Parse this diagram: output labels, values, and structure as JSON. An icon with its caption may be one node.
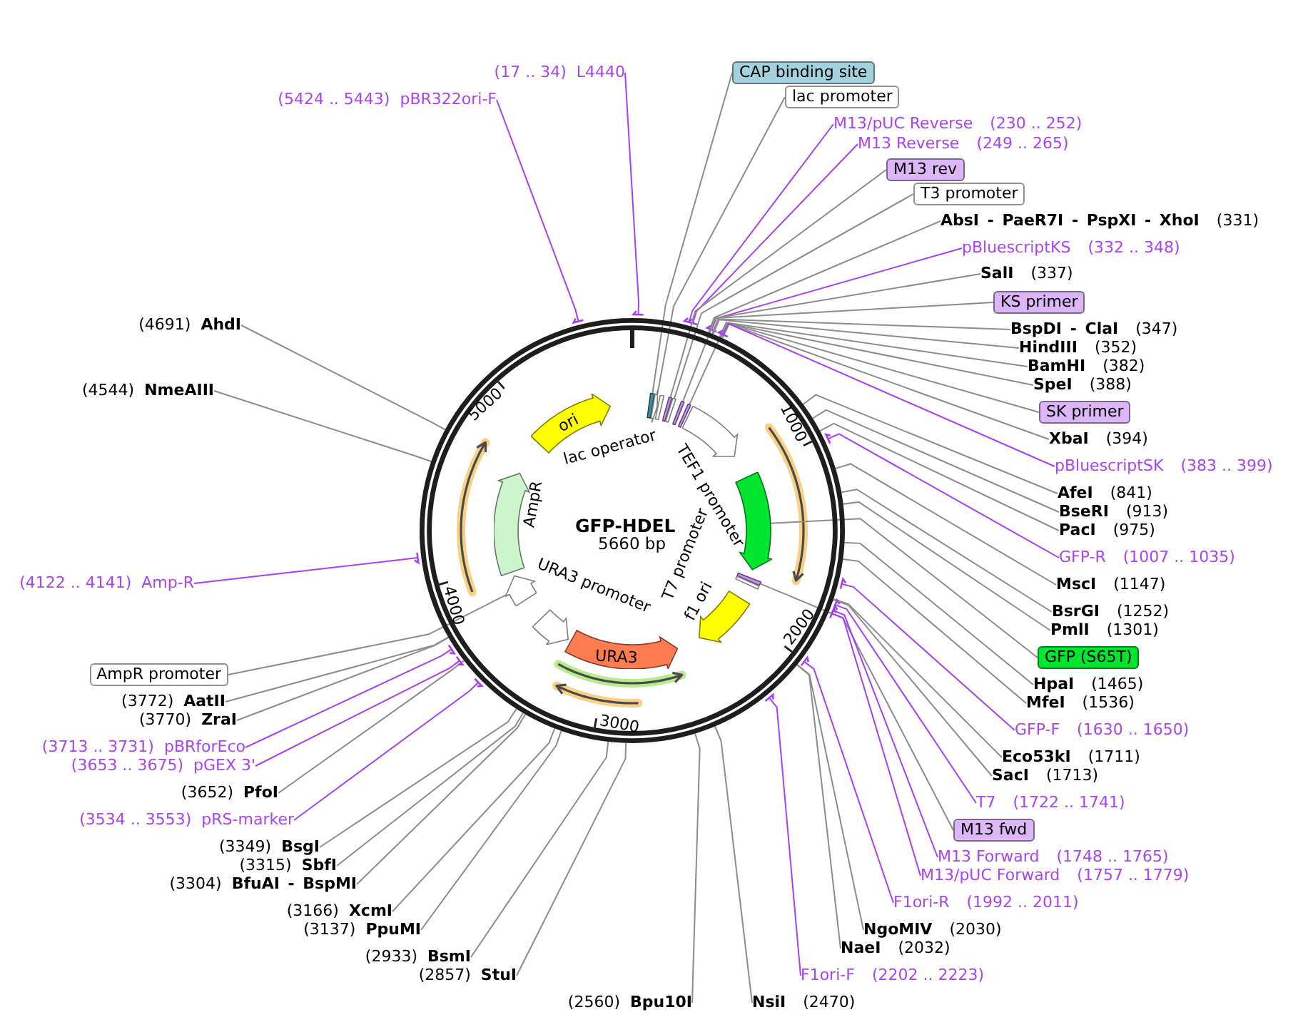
{
  "diagram": {
    "nodes": [
      {
        "text": [
          "GFP-HDEL",
          "5660 bp"
        ]
      },
      {
        "text": [],
        "shape": "box",
        "in": 0
      },
      {
        "text": [],
        "shape": "arrow",
        "in": 0
      },
      {
        "text": [
          "lac operator"
        ],
        "in": 0
      },
      {
        "text": [],
        "shape": "box",
        "in": 0
      },
      {
        "text": [],
        "shape": "box",
        "in": 0
      },
      {
        "text": [],
        "shape": "box",
        "in": 0
      },
      {
        "text": [],
        "shape": "box",
        "in": 0
      },
      {
        "text": [
          "TEF1 promoter"
        ],
        "in": 0
      },
      {
        "text": [],
        "shape": "arrow",
        "in": 0
      },
      {
        "text": [],
        "shape": "box",
        "in": 0
      },
      {
        "text": [
          "T7 promoter"
        ],
        "in": 0
      },
      {
        "text": [
          "f1 ori"
        ],
        "in": 0
      },
      {
        "text": [
          "URA3"
        ],
        "in": 0
      },
      {
        "text": [
          "URA3 promoter"
        ],
        "in": 0
      },
      {
        "text": [],
        "shape": "arrow",
        "in": 0
      },
      {
        "text": [
          "AmpR"
        ],
        "in": 0
      },
      {
        "text": [
          "ori"
        ],
        "in": 0
      },
      {
        "text": [
          "(17 .. 34)",
          "L4440"
        ]
      },
      {
        "text": [
          "CAP binding site"
        ]
      },
      {
        "text": [
          "lac promoter"
        ]
      },
      {
        "text": [
          "M13/pUC Reverse",
          "(230 .. 252)"
        ]
      },
      {
        "text": [
          "M13 Reverse",
          "(249 .. 265)"
        ]
      },
      {
        "text": [
          "M13 rev"
        ]
      },
      {
        "text": [
          "T3 promoter"
        ]
      },
      {
        "text": [
          "AbsI - PaeR7I - PspXI - XhoI",
          "(331)"
        ]
      },
      {
        "text": [
          "pBluescriptKS",
          "(332 .. 348)"
        ]
      },
      {
        "text": [
          "SalI",
          "(337)"
        ]
      },
      {
        "text": [
          "KS primer"
        ]
      },
      {
        "text": [
          "BspDI - ClaI",
          "(347)"
        ]
      },
      {
        "text": [
          "HindIII",
          "(352)"
        ]
      },
      {
        "text": [
          "BamHI",
          "(382)"
        ]
      },
      {
        "text": [
          "SpeI",
          "(388)"
        ]
      },
      {
        "text": [
          "SK primer"
        ]
      },
      {
        "text": [
          "XbaI",
          "(394)"
        ]
      },
      {
        "text": [
          "pBluescriptSK",
          "(383 .. 399)"
        ]
      },
      {
        "text": [
          "AfeI",
          "(841)"
        ]
      },
      {
        "text": [
          "BseRI",
          "(913)"
        ]
      },
      {
        "text": [
          "PacI",
          "(975)"
        ]
      },
      {
        "text": [
          "GFP-R",
          "(1007 .. 1035)"
        ]
      },
      {
        "text": [
          "MscI",
          "(1147)"
        ]
      },
      {
        "text": [
          "BsrGI",
          "(1252)"
        ]
      },
      {
        "text": [
          "PmlI",
          "(1301)"
        ]
      },
      {
        "text": [
          "GFP (S65T)"
        ]
      },
      {
        "text": [
          "HpaI",
          "(1465)"
        ]
      },
      {
        "text": [
          "MfeI",
          "(1536)"
        ]
      },
      {
        "text": [
          "GFP-F",
          "(1630 .. 1650)"
        ]
      },
      {
        "text": [
          "Eco53kI",
          "(1711)"
        ]
      },
      {
        "text": [
          "SacI",
          "(1713)"
        ]
      },
      {
        "text": [
          "T7",
          "(1722 .. 1741)"
        ]
      },
      {
        "text": [
          "M13 fwd"
        ]
      },
      {
        "text": [
          "M13 Forward",
          "(1748 .. 1765)"
        ]
      },
      {
        "text": [
          "M13/pUC Forward",
          "(1757 .. 1779)"
        ]
      },
      {
        "text": [
          "F1ori-R",
          "(1992 .. 2011)"
        ]
      },
      {
        "text": [
          "NgoMIV",
          "(2030)"
        ]
      },
      {
        "text": [
          "NaeI",
          "(2032)"
        ]
      },
      {
        "text": [
          "F1ori-F",
          "(2202 .. 2223)"
        ]
      },
      {
        "text": [
          "NsiI",
          "(2470)"
        ]
      },
      {
        "text": [
          "(2560)",
          "Bpu10I"
        ]
      },
      {
        "text": [
          "(2857)",
          "StuI"
        ]
      },
      {
        "text": [
          "(2933)",
          "BsmI"
        ]
      },
      {
        "text": [
          "(3137)",
          "PpuMI"
        ]
      },
      {
        "text": [
          "(3166)",
          "XcmI"
        ]
      },
      {
        "text": [
          "(3304)",
          "BfuAI - BspMI"
        ]
      },
      {
        "text": [
          "(3315)",
          "SbfI"
        ]
      },
      {
        "text": [
          "(3349)",
          "BsgI"
        ]
      },
      {
        "text": [
          "(3534 .. 3553)",
          "pRS-marker"
        ]
      },
      {
        "text": [
          "(3652)",
          "PfoI"
        ]
      },
      {
        "text": [
          "(3653 .. 3675)",
          "pGEX 3'"
        ]
      },
      {
        "text": [
          "(3713 .. 3731)",
          "pBRforEco"
        ]
      },
      {
        "text": [
          "(3770)",
          "ZraI"
        ]
      },
      {
        "text": [
          "(3772)",
          "AatII"
        ]
      },
      {
        "text": [
          "AmpR promoter"
        ]
      },
      {
        "text": [
          "(4122 .. 4141)",
          "Amp-R"
        ]
      },
      {
        "text": [
          "(4544)",
          "NmeAIII"
        ]
      },
      {
        "text": [
          "(4691)",
          "AhdI"
        ]
      },
      {
        "text": [
          "(5424 .. 5443)",
          "pBR322ori-F"
        ]
      }
    ],
    "edges": [
      {
        "from": 18,
        "to": 0,
        "arrow": "other",
        "color": "#a640f2"
      },
      {
        "from": 19,
        "to": 1,
        "arrow": "none"
      },
      {
        "from": 20,
        "to": 2,
        "arrow": "none"
      },
      {
        "from": 21,
        "to": 0,
        "arrow": "other",
        "color": "#a640f2"
      },
      {
        "from": 22,
        "to": 0,
        "arrow": "other",
        "color": "#a640f2"
      },
      {
        "from": 23,
        "to": 4,
        "arrow": "none"
      },
      {
        "from": 24,
        "to": 5,
        "arrow": "none"
      },
      {
        "from": 25,
        "to": 0,
        "arrow": "none"
      },
      {
        "from": 26,
        "to": 0,
        "arrow": "other",
        "color": "#a640f2"
      },
      {
        "from": 27,
        "to": 0,
        "arrow": "none"
      },
      {
        "from": 28,
        "to": 6,
        "arrow": "none"
      },
      {
        "from": 29,
        "to": 0,
        "arrow": "none"
      },
      {
        "from": 30,
        "to": 0,
        "arrow": "none"
      },
      {
        "from": 31,
        "to": 0,
        "arrow": "none"
      },
      {
        "from": 32,
        "to": 0,
        "arrow": "none"
      },
      {
        "from": 33,
        "to": 7,
        "arrow": "none"
      },
      {
        "from": 34,
        "to": 0,
        "arrow": "none"
      },
      {
        "from": 35,
        "to": 0,
        "arrow": "other",
        "color": "#a640f2"
      },
      {
        "from": 36,
        "to": 0,
        "arrow": "none"
      },
      {
        "from": 37,
        "to": 0,
        "arrow": "none"
      },
      {
        "from": 38,
        "to": 0,
        "arrow": "none"
      },
      {
        "from": 39,
        "to": 0,
        "arrow": "other",
        "color": "#a640f2"
      },
      {
        "from": 40,
        "to": 0,
        "arrow": "none"
      },
      {
        "from": 41,
        "to": 0,
        "arrow": "none"
      },
      {
        "from": 42,
        "to": 0,
        "arrow": "none"
      },
      {
        "from": 43,
        "to": 9,
        "arrow": "none"
      },
      {
        "from": 44,
        "to": 0,
        "arrow": "none"
      },
      {
        "from": 45,
        "to": 0,
        "arrow": "none"
      },
      {
        "from": 46,
        "to": 0,
        "arrow": "other",
        "color": "#a640f2"
      },
      {
        "from": 47,
        "to": 0,
        "arrow": "none"
      },
      {
        "from": 48,
        "to": 0,
        "arrow": "none"
      },
      {
        "from": 49,
        "to": 0,
        "arrow": "other",
        "color": "#a640f2"
      },
      {
        "from": 50,
        "to": 10,
        "arrow": "none"
      },
      {
        "from": 51,
        "to": 0,
        "arrow": "other",
        "color": "#a640f2"
      },
      {
        "from": 52,
        "to": 0,
        "arrow": "other",
        "color": "#a640f2"
      },
      {
        "from": 53,
        "to": 0,
        "arrow": "other",
        "color": "#a640f2"
      },
      {
        "from": 54,
        "to": 0,
        "arrow": "none"
      },
      {
        "from": 55,
        "to": 0,
        "arrow": "none"
      },
      {
        "from": 56,
        "to": 0,
        "arrow": "other",
        "color": "#a640f2"
      },
      {
        "from": 57,
        "to": 0,
        "arrow": "none"
      },
      {
        "from": 58,
        "to": 0,
        "arrow": "none"
      },
      {
        "from": 59,
        "to": 0,
        "arrow": "none"
      },
      {
        "from": 60,
        "to": 0,
        "arrow": "none"
      },
      {
        "from": 61,
        "to": 0,
        "arrow": "none"
      },
      {
        "from": 62,
        "to": 0,
        "arrow": "none"
      },
      {
        "from": 63,
        "to": 0,
        "arrow": "none"
      },
      {
        "from": 64,
        "to": 0,
        "arrow": "none"
      },
      {
        "from": 65,
        "to": 0,
        "arrow": "none"
      },
      {
        "from": 66,
        "to": 0,
        "arrow": "other",
        "color": "#a640f2"
      },
      {
        "from": 67,
        "to": 0,
        "arrow": "none"
      },
      {
        "from": 68,
        "to": 0,
        "arrow": "other",
        "color": "#a640f2"
      },
      {
        "from": 69,
        "to": 0,
        "arrow": "other",
        "color": "#a640f2"
      },
      {
        "from": 70,
        "to": 0,
        "arrow": "none"
      },
      {
        "from": 71,
        "to": 0,
        "arrow": "none"
      },
      {
        "from": 72,
        "to": 15,
        "arrow": "none"
      },
      {
        "from": 73,
        "to": 0,
        "arrow": "other",
        "color": "#a640f2"
      },
      {
        "from": 74,
        "to": 0,
        "arrow": "none"
      },
      {
        "from": 75,
        "to": 0,
        "arrow": "none"
      },
      {
        "from": 76,
        "to": 0,
        "arrow": "other",
        "color": "#a640f2"
      }
    ],
    "labels": [
      "1000",
      "2000",
      "3000",
      "4000",
      "5000"
    ]
  }
}
